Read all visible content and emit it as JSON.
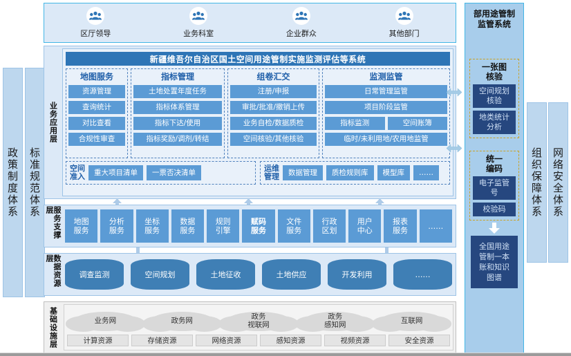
{
  "left_pillars": [
    {
      "label": "政策制度体系"
    },
    {
      "label": "标准规范体系"
    }
  ],
  "right_pillars": [
    {
      "label": "组织保障体系"
    },
    {
      "label": "网络安全体系"
    }
  ],
  "roles": [
    {
      "label": "区厅领导",
      "icon": "users-icon"
    },
    {
      "label": "业务科室",
      "icon": "users-icon"
    },
    {
      "label": "企业群众",
      "icon": "users-icon"
    },
    {
      "label": "其他部门",
      "icon": "users-icon"
    }
  ],
  "layers": [
    {
      "label": "业务应用层"
    },
    {
      "label": "服务支撑层"
    },
    {
      "label": "数据资源层"
    },
    {
      "label": "基础设施层"
    }
  ],
  "app_layer": {
    "title": "新疆维吾尔自治区国土空间用途管制实施监测评估等系统",
    "columns": [
      {
        "header": "地图服务",
        "items": [
          {
            "type": "single",
            "cells": [
              "资源管理"
            ]
          },
          {
            "type": "single",
            "cells": [
              "查询统计"
            ]
          },
          {
            "type": "single",
            "cells": [
              "对比查看"
            ]
          },
          {
            "type": "single",
            "cells": [
              "合规性审查"
            ]
          }
        ]
      },
      {
        "header": "指标管理",
        "items": [
          {
            "type": "single",
            "cells": [
              "土地处置年度任务"
            ]
          },
          {
            "type": "single",
            "cells": [
              "指标体系管理"
            ]
          },
          {
            "type": "single",
            "cells": [
              "指标下达/使用"
            ]
          },
          {
            "type": "single",
            "cells": [
              "指标奖励/调剂/转结"
            ]
          }
        ]
      },
      {
        "header": "组卷汇交",
        "items": [
          {
            "type": "single",
            "cells": [
              "注册/申报"
            ]
          },
          {
            "type": "single",
            "cells": [
              "审批/批准/撤销上传"
            ]
          },
          {
            "type": "single",
            "cells": [
              "业务自检/数据质检"
            ]
          },
          {
            "type": "single",
            "cells": [
              "空间核验/其他核验"
            ]
          }
        ]
      },
      {
        "header": "监测监管",
        "items": [
          {
            "type": "single",
            "cells": [
              "日常管理监管"
            ]
          },
          {
            "type": "single",
            "cells": [
              "项目阶段监管"
            ]
          },
          {
            "type": "pair",
            "cells": [
              "指标监测",
              "空间账簿"
            ]
          },
          {
            "type": "single",
            "cells": [
              "临时/未利用地/农用地监管"
            ]
          }
        ]
      }
    ],
    "groups": [
      {
        "title": "空间\n准入",
        "title_lines": [
          "空间",
          "准入"
        ],
        "cells": [
          "重大项目清单",
          "一票否决清单"
        ]
      },
      {
        "title": "运维\n管理",
        "title_lines": [
          "运维",
          "管理"
        ],
        "cells": [
          "数据管理",
          "质检规则库",
          "模型库",
          "……"
        ]
      }
    ]
  },
  "service_layer": {
    "services": [
      {
        "lines": [
          "地图",
          "服务"
        ],
        "bold": false
      },
      {
        "lines": [
          "分析",
          "服务"
        ],
        "bold": false
      },
      {
        "lines": [
          "坐标",
          "服务"
        ],
        "bold": false
      },
      {
        "lines": [
          "数据",
          "服务"
        ],
        "bold": false
      },
      {
        "lines": [
          "规则",
          "引擎"
        ],
        "bold": false
      },
      {
        "lines": [
          "赋码",
          "服务"
        ],
        "bold": true
      },
      {
        "lines": [
          "文件",
          "服务"
        ],
        "bold": false
      },
      {
        "lines": [
          "行政",
          "区划"
        ],
        "bold": false
      },
      {
        "lines": [
          "用户",
          "中心"
        ],
        "bold": false
      },
      {
        "lines": [
          "报表",
          "服务"
        ],
        "bold": false
      },
      {
        "lines": [
          "……"
        ],
        "bold": false
      }
    ]
  },
  "data_layer": {
    "databases": [
      "调查监测",
      "空间规划",
      "土地征收",
      "土地供应",
      "开发利用",
      "……"
    ]
  },
  "infra_layer": {
    "networks": [
      {
        "lines": [
          "业务网"
        ]
      },
      {
        "lines": [
          "政务网"
        ]
      },
      {
        "lines": [
          "政务",
          "视联网"
        ]
      },
      {
        "lines": [
          "政务",
          "感知网"
        ]
      },
      {
        "lines": [
          "互联网"
        ]
      }
    ],
    "resources": [
      "计算资源",
      "存储资源",
      "网络资源",
      "感知资源",
      "视频资源",
      "安全资源"
    ]
  },
  "right_panel": {
    "title_lines": [
      "部用途管制",
      "监管系统"
    ],
    "groups": [
      {
        "header_lines": [
          "一张图",
          "核验"
        ],
        "boxes": [
          {
            "lines": [
              "空间规划",
              "核验"
            ]
          },
          {
            "lines": [
              "地类统计",
              "分析"
            ]
          }
        ]
      },
      {
        "header_lines": [
          "统一",
          "编码"
        ],
        "boxes": [
          {
            "lines": [
              "电子监管",
              "号"
            ]
          },
          {
            "lines": [
              "校验码"
            ]
          }
        ]
      }
    ],
    "final_box": {
      "lines": [
        "全国用途",
        "管制一本",
        "账和知识",
        "图谱"
      ]
    }
  },
  "colors": {
    "accent_blue": "#5b9bd5",
    "title_bar": "#2e75b6",
    "pillar_fill": "#bdd7ee",
    "right_panel_fill": "#a8cdeb",
    "dark_box": "#26477f",
    "band_fill": "#dce9f7",
    "dashed_border": "#4f81bd",
    "gold_dashed": "#c9a227",
    "db_fill": "#3f7fb5",
    "cloud_fill": "#d9d9d9"
  }
}
